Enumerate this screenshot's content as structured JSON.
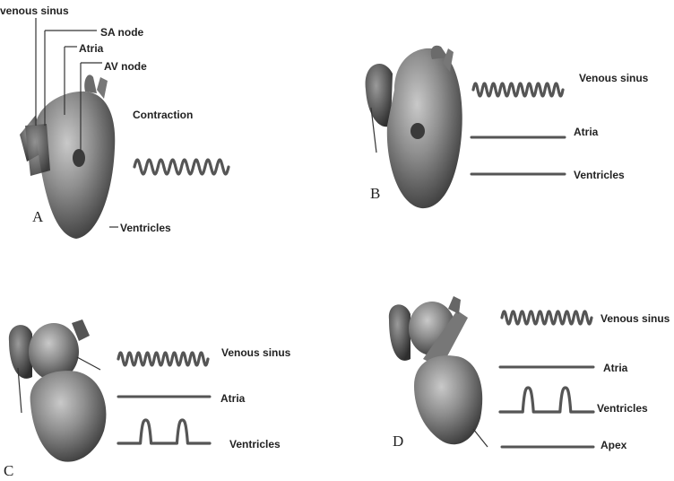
{
  "panels": [
    {
      "letter": "A",
      "labels": {
        "venous_sinus": "venous sinus",
        "sa_node": "SA node",
        "atria": "Atria",
        "av_node": "AV node",
        "contraction": "Contraction",
        "ventricles": "Ventricles"
      },
      "traces": [
        "oscillating"
      ]
    },
    {
      "letter": "B",
      "traces": [
        {
          "label": "Venous sinus",
          "pattern": "oscillating"
        },
        {
          "label": "Atria",
          "pattern": "flat"
        },
        {
          "label": "Ventricles",
          "pattern": "flat"
        }
      ]
    },
    {
      "letter": "C",
      "traces": [
        {
          "label": "Venous sinus",
          "pattern": "oscillating"
        },
        {
          "label": "Atria",
          "pattern": "flat"
        },
        {
          "label": "Ventricles",
          "pattern": "two-peaks"
        }
      ]
    },
    {
      "letter": "D",
      "traces": [
        {
          "label": "Venous sinus",
          "pattern": "oscillating"
        },
        {
          "label": "Atria",
          "pattern": "flat"
        },
        {
          "label": "Ventricles",
          "pattern": "two-peaks"
        },
        {
          "label": "Apex",
          "pattern": "flat"
        }
      ]
    }
  ]
}
